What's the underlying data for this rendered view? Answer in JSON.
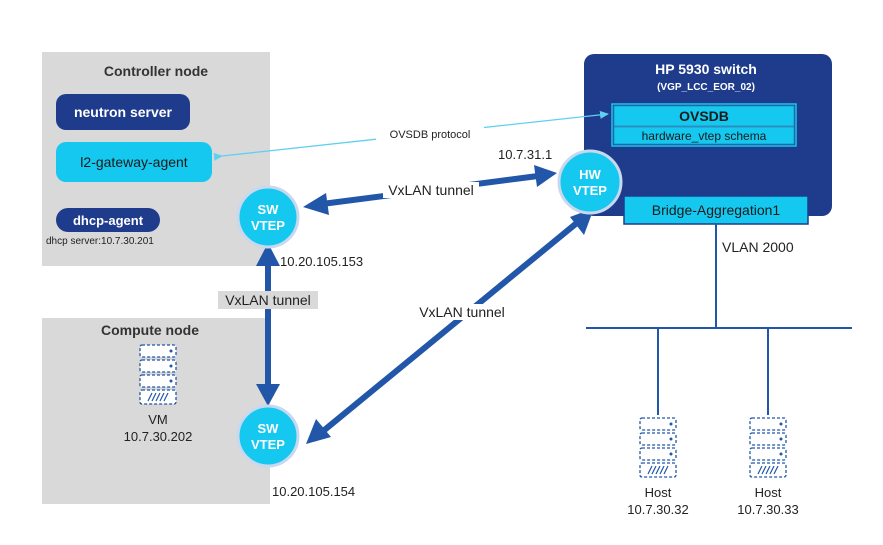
{
  "controller": {
    "title": "Controller node",
    "neutron_server": "neutron server",
    "l2_gateway_agent": "l2-gateway-agent",
    "dhcp_agent": "dhcp-agent",
    "dhcp_server": "dhcp server:10.7.30.201"
  },
  "compute": {
    "title": "Compute node",
    "vm_label": "VM",
    "vm_ip": "10.7.30.202"
  },
  "switch": {
    "title": "HP 5930 switch",
    "subtitle": "(VGP_LCC_EOR_02)",
    "ovsdb": "OVSDB",
    "schema": "hardware_vtep schema",
    "bridge": "Bridge-Aggregation1",
    "hw_vtep_line1": "HW",
    "hw_vtep_line2": "VTEP",
    "hw_vtep_ip": "10.7.31.1"
  },
  "links": {
    "ovsdb_protocol": "OVSDB protocol",
    "vxlan_top": "VxLAN tunnel",
    "vxlan_left": "VxLAN tunnel",
    "vxlan_diag": "VxLAN tunnel",
    "vlan": "VLAN 2000"
  },
  "vteps": {
    "sw1_line1": "SW",
    "sw1_line2": "VTEP",
    "sw1_ip": "10.20.105.153",
    "sw2_line1": "SW",
    "sw2_line2": "VTEP",
    "sw2_ip": "10.20.105.154"
  },
  "hosts": [
    {
      "label": "Host",
      "ip": "10.7.30.32"
    },
    {
      "label": "Host",
      "ip": "10.7.30.33"
    }
  ],
  "colors": {
    "dark_blue": "#1f3c8c",
    "cyan": "#14c8f0",
    "arrow_blue": "#2156a8",
    "node_gray": "#d9d9d9"
  },
  "icons": {
    "server": "server-icon"
  }
}
